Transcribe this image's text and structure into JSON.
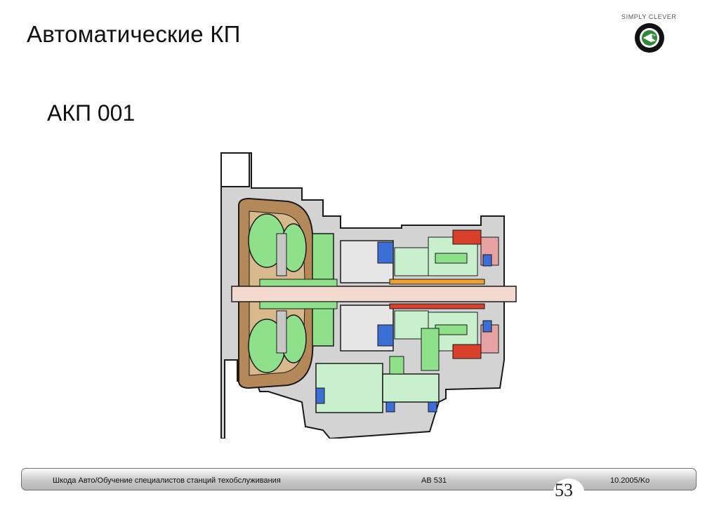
{
  "slide": {
    "title": "Автоматические КП",
    "subtitle": "АКП 001"
  },
  "brand": {
    "tagline": "SIMPLY CLEVER",
    "logo_icon": "skoda-logo-icon"
  },
  "footer": {
    "left_text": "Шкода Авто/Обучение специалистов станций техобслуживания",
    "center_text": "АВ 531",
    "right_text": "10.2005/Ko",
    "page_number": "53"
  },
  "colors": {
    "converter_brown": "#b5885a",
    "green_parts": "#8fe08a",
    "light_green": "#c8f0cc",
    "blue_parts": "#3b6fd6",
    "red_parts": "#d8402c",
    "orange_parts": "#f0a030",
    "shaft_pink": "#f4d9cf",
    "housing_grey": "#c8c8c8",
    "outline": "#1a1a1a"
  }
}
